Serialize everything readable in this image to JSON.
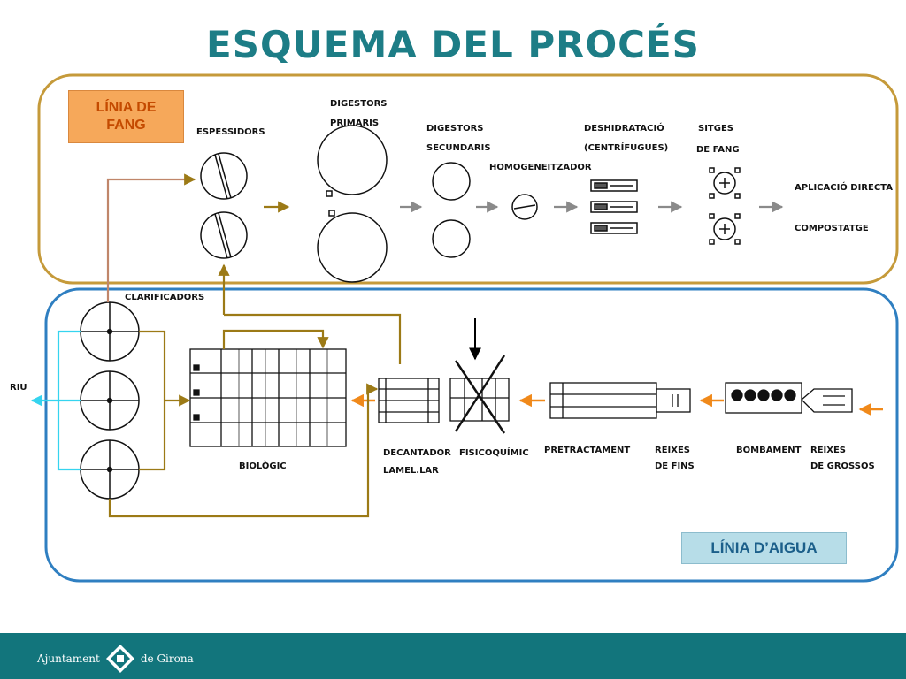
{
  "title": "ESQUEMA DEL PROCÉS",
  "tags": {
    "fang": "LÍNIA DE FANG",
    "aigua": "LÍNIA D’AIGUA"
  },
  "sludge": {
    "espessidors": "ESPESSIDORS",
    "digestors_primaris": [
      "DIGESTORS",
      "PRIMARIS"
    ],
    "digestors_secundaris": [
      "DIGESTORS",
      "SECUNDARIS"
    ],
    "homogeneitzador": "HOMOGENEITZADOR",
    "deshidratacio": [
      "DESHIDRATACIÓ",
      "(CENTRÍFUGUES)"
    ],
    "sitges": [
      "SITGES",
      "DE FANG"
    ],
    "aplicacio": "APLICACIÓ DIRECTA",
    "compostatge": "COMPOSTATGE"
  },
  "water": {
    "clarificadors": "CLARIFICADORS",
    "riu": "RIU",
    "biologic": "BIOLÒGIC",
    "decantador": [
      "DECANTADOR",
      "LAMEL.LAR"
    ],
    "fisicoquimic": "FISICOQUÍMIC",
    "pretractament": "PRETRACTAMENT",
    "reixes_fins": [
      "REIXES",
      "DE FINS"
    ],
    "bombament": "BOMBAMENT",
    "reixes_grossos": [
      "REIXES",
      "DE GROSSOS"
    ]
  },
  "footer": {
    "logo_left": "Ajuntament",
    "logo_right": "de Girona"
  },
  "colors": {
    "title": "#1d7d86",
    "fang_border": "#c59a3a",
    "aigua_border": "#2f7fc1",
    "flow_orange": "#f0891a",
    "flow_gold": "#9c7a16",
    "flow_grey": "#8a8a8a",
    "flow_cyan": "#35d4ef",
    "footer": "#12757c"
  }
}
